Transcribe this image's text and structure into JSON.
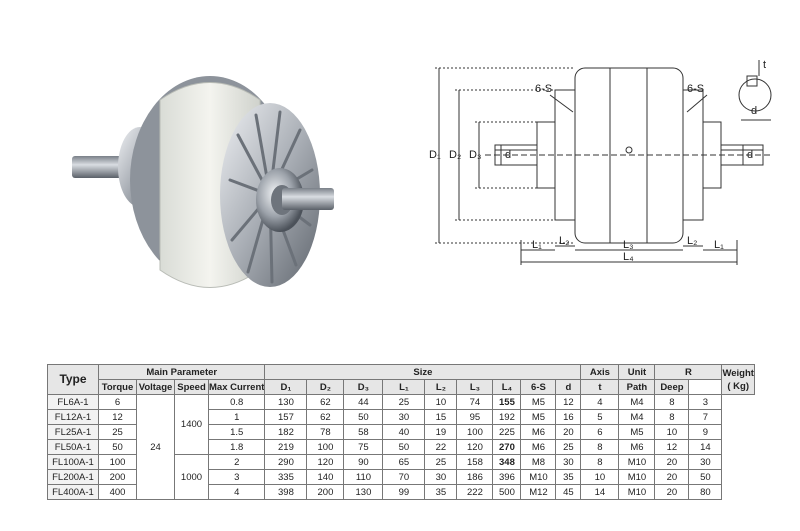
{
  "drawing": {
    "labels": {
      "six_s_left": "6-S",
      "six_s_right": "6-S",
      "d1": "D₁",
      "d2": "D₂",
      "d3": "D₃",
      "d_left": "d",
      "d_right": "d",
      "l1_left": "L₁",
      "l2_left": "L₂",
      "l3": "L₃",
      "l2_right": "L₂",
      "l1_right": "L₁",
      "l4": "L₄",
      "key_t": "t",
      "key_d": "d"
    }
  },
  "spec_table": {
    "headers": {
      "type": "Type",
      "main_parameter": "Main Parameter",
      "size": "Size",
      "axis": "Axis",
      "unit": "Unit",
      "r": "R",
      "weight": "Weight",
      "weight_unit": "( Kg)",
      "torque": "Torque",
      "voltage": "Voltage",
      "speed": "Speed",
      "max_current": "Max Current",
      "d1": "D₁",
      "d2": "D₂",
      "d3": "D₃",
      "l1": "L₁",
      "l2": "L₂",
      "l3": "L₃",
      "l4": "L₄",
      "six_s": "6-S",
      "axis_d": "d",
      "unit_t": "t",
      "path": "Path",
      "deep": "Deep"
    },
    "voltage_merged": "24",
    "speed_merged": [
      "1400",
      "1000"
    ],
    "rows": [
      {
        "type": "FL6A-1",
        "torque": "6",
        "current": "0.8",
        "d1": "130",
        "d2": "62",
        "d3": "44",
        "l1": "25",
        "l2": "10",
        "l3": "74",
        "l4": "155",
        "s": "M5",
        "axis_d": "12",
        "unit_t": "4",
        "path": "M4",
        "deep": "8",
        "weight": "3"
      },
      {
        "type": "FL12A-1",
        "torque": "12",
        "current": "1",
        "d1": "157",
        "d2": "62",
        "d3": "50",
        "l1": "30",
        "l2": "15",
        "l3": "95",
        "l4": "192",
        "s": "M5",
        "axis_d": "16",
        "unit_t": "5",
        "path": "M4",
        "deep": "8",
        "weight": "7"
      },
      {
        "type": "FL25A-1",
        "torque": "25",
        "current": "1.5",
        "d1": "182",
        "d2": "78",
        "d3": "58",
        "l1": "40",
        "l2": "19",
        "l3": "100",
        "l4": "225",
        "s": "M6",
        "axis_d": "20",
        "unit_t": "6",
        "path": "M5",
        "deep": "10",
        "weight": "9"
      },
      {
        "type": "FL50A-1",
        "torque": "50",
        "current": "1.8",
        "d1": "219",
        "d2": "100",
        "d3": "75",
        "l1": "50",
        "l2": "22",
        "l3": "120",
        "l4": "270",
        "s": "M6",
        "axis_d": "25",
        "unit_t": "8",
        "path": "M6",
        "deep": "12",
        "weight": "14"
      },
      {
        "type": "FL100A-1",
        "torque": "100",
        "current": "2",
        "d1": "290",
        "d2": "120",
        "d3": "90",
        "l1": "65",
        "l2": "25",
        "l3": "158",
        "l4": "348",
        "s": "M8",
        "axis_d": "30",
        "unit_t": "8",
        "path": "M10",
        "deep": "20",
        "weight": "30"
      },
      {
        "type": "FL200A-1",
        "torque": "200",
        "current": "3",
        "d1": "335",
        "d2": "140",
        "d3": "110",
        "l1": "70",
        "l2": "30",
        "l3": "186",
        "l4": "396",
        "s": "M10",
        "axis_d": "35",
        "unit_t": "10",
        "path": "M10",
        "deep": "20",
        "weight": "50"
      },
      {
        "type": "FL400A-1",
        "torque": "400",
        "current": "4",
        "d1": "398",
        "d2": "200",
        "d3": "130",
        "l1": "99",
        "l2": "35",
        "l3": "222",
        "l4": "500",
        "s": "M12",
        "axis_d": "45",
        "unit_t": "14",
        "path": "M10",
        "deep": "20",
        "weight": "80"
      }
    ]
  }
}
